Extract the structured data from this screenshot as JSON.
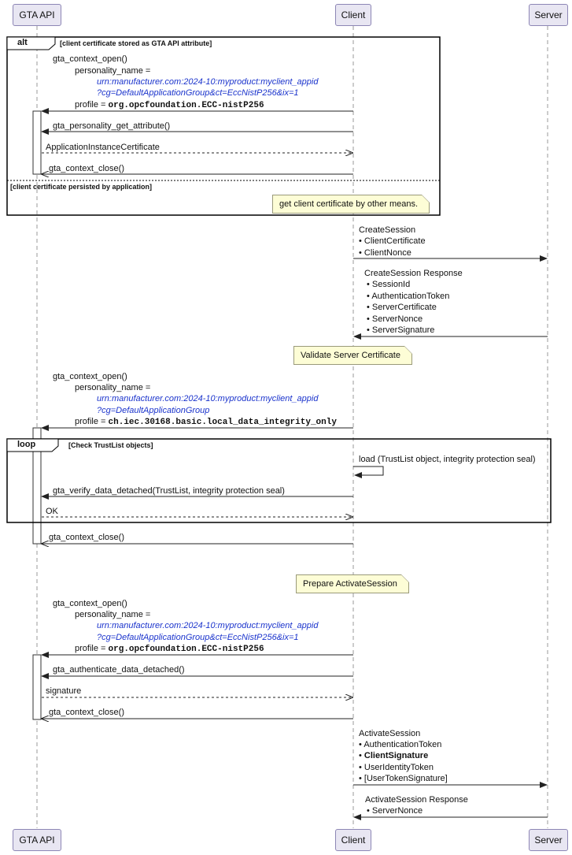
{
  "participants": {
    "gta": "GTA API",
    "client": "Client",
    "server": "Server"
  },
  "alt_frame": {
    "tag": "alt",
    "guard1": "[client certificate stored as GTA API attribute]",
    "guard2": "[client certificate persisted by application]",
    "open_call": "gta_context_open()",
    "personality_label": "personality_name =",
    "personality_line1": "urn:manufacturer.com:2024-10:myproduct:myclient_appid",
    "personality_line2": "?cg=DefaultApplicationGroup&ct=EccNistP256&ix=1",
    "profile_label": "profile =",
    "profile_value": "org.opcfoundation.ECC-nistP256",
    "get_attribute": "gta_personality_get_attribute()",
    "attribute_return": "ApplicationInstanceCertificate",
    "close_call": "gta_context_close()",
    "note": "get client certificate by other means."
  },
  "create_session": {
    "title": "CreateSession",
    "items": [
      "ClientCertificate",
      "ClientNonce"
    ]
  },
  "create_session_response": {
    "title": "CreateSession Response",
    "items": [
      "SessionId",
      "AuthenticationToken",
      "ServerCertificate",
      "ServerNonce",
      "ServerSignature"
    ]
  },
  "note_validate": "Validate Server Certificate",
  "integrity_open": {
    "open_call": "gta_context_open()",
    "personality_label": "personality_name =",
    "personality_line1": "urn:manufacturer.com:2024-10:myproduct:myclient_appid",
    "personality_line2": "?cg=DefaultApplicationGroup",
    "profile_label": "profile =",
    "profile_value": "ch.iec.30168.basic.local_data_integrity_only"
  },
  "loop_frame": {
    "tag": "loop",
    "guard": "[Check TrustList objects]",
    "self_call": "load (TrustList object, integrity protection seal)",
    "verify_call": "gta_verify_data_detached(TrustList, integrity protection seal)",
    "verify_return": "OK"
  },
  "integrity_close": "gta_context_close()",
  "note_prepare": "Prepare ActivateSession",
  "sign_open": {
    "open_call": "gta_context_open()",
    "personality_label": "personality_name =",
    "personality_line1": "urn:manufacturer.com:2024-10:myproduct:myclient_appid",
    "personality_line2": "?cg=DefaultApplicationGroup&ct=EccNistP256&ix=1",
    "profile_label": "profile =",
    "profile_value": "org.opcfoundation.ECC-nistP256",
    "auth_call": "gta_authenticate_data_detached()",
    "auth_return": "signature",
    "close_call": "gta_context_close()"
  },
  "activate_session": {
    "title": "ActivateSession",
    "items": [
      "AuthenticationToken",
      "ClientSignature",
      "UserIdentityToken",
      "[UserTokenSignature]"
    ]
  },
  "activate_session_response": {
    "title": "ActivateSession Response",
    "items": [
      "ServerNonce"
    ]
  }
}
